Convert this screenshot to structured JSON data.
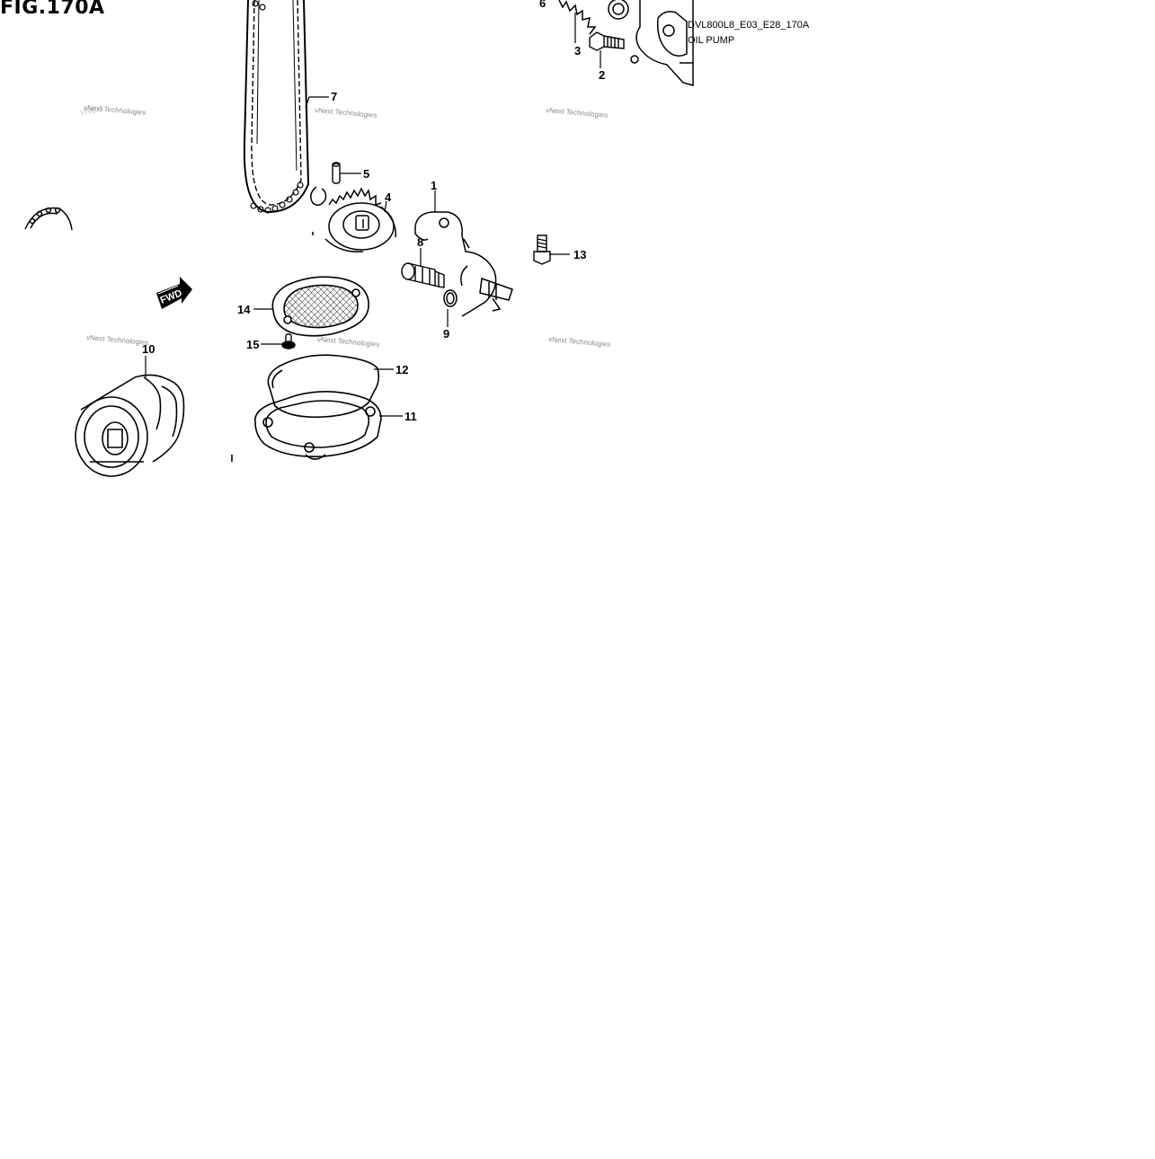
{
  "figure": {
    "title": "FIG.170A",
    "model_code": "DVL800L8_E03_E28_170A",
    "section_name": "OIL PUMP"
  },
  "watermark": {
    "text": "vNext Technologies",
    "text_b": "vNext"
  },
  "callouts": [
    {
      "id": "1",
      "label": "1"
    },
    {
      "id": "2",
      "label": "2"
    },
    {
      "id": "3",
      "label": "3"
    },
    {
      "id": "4",
      "label": "4"
    },
    {
      "id": "5",
      "label": "5"
    },
    {
      "id": "6",
      "label": "6"
    },
    {
      "id": "7",
      "label": "7"
    },
    {
      "id": "8",
      "label": "8"
    },
    {
      "id": "9",
      "label": "9"
    },
    {
      "id": "10",
      "label": "10"
    },
    {
      "id": "11",
      "label": "11"
    },
    {
      "id": "12",
      "label": "12"
    },
    {
      "id": "13",
      "label": "13"
    },
    {
      "id": "14",
      "label": "14"
    },
    {
      "id": "15",
      "label": "15"
    }
  ],
  "badges": {
    "fwd": "FWD"
  },
  "colors": {
    "ink": "#000000",
    "watermark": "#8a8a8a",
    "background": "#ffffff"
  }
}
